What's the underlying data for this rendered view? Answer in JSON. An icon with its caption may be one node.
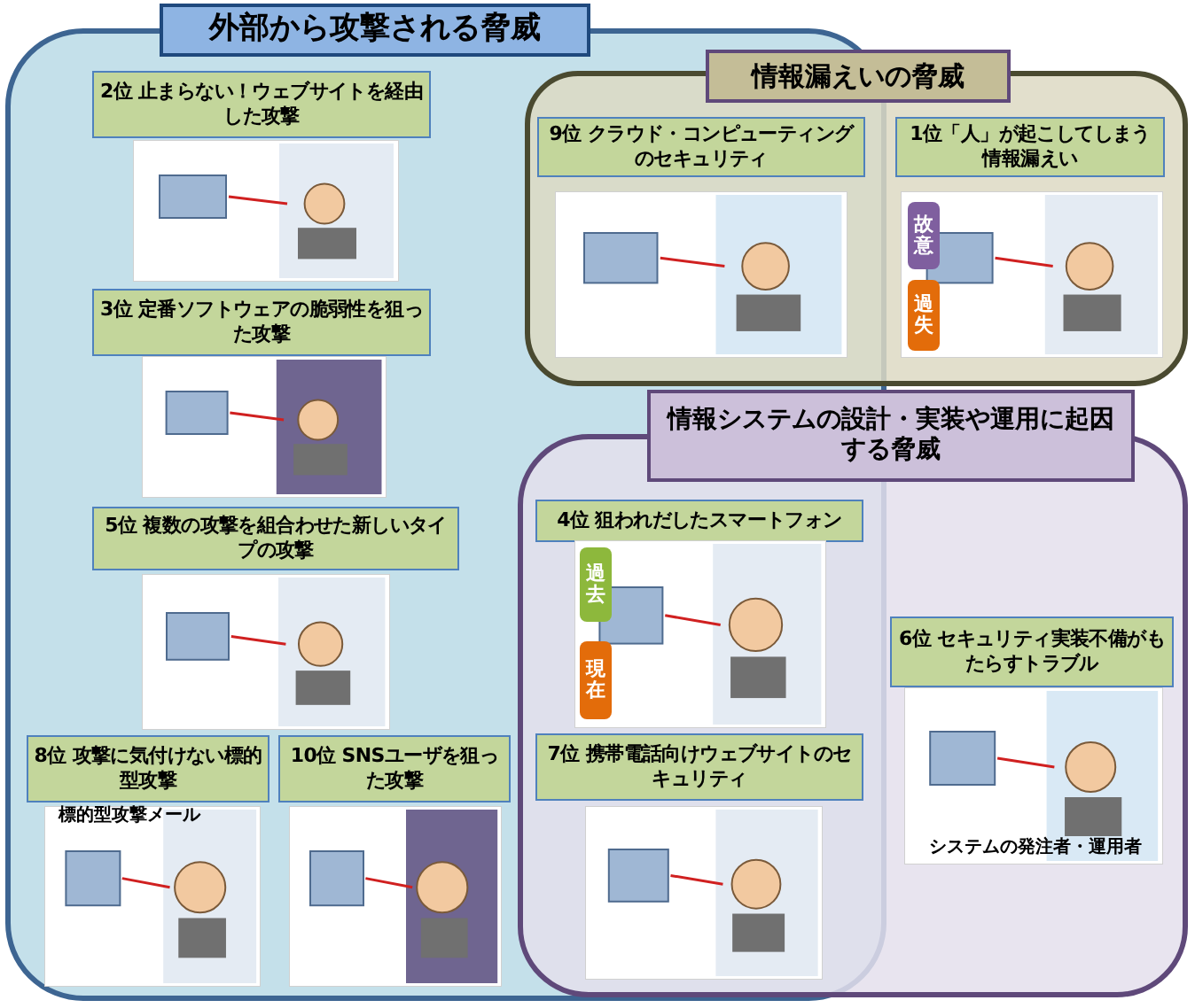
{
  "diagram": {
    "nodes": [
      {
        "text": [
          "外部から攻撃される脅威"
        ]
      },
      {
        "text": [
          "2位 止まらない！ウェブサイトを経由した攻撃"
        ],
        "in": 0
      },
      {
        "text": [
          "3位 定番ソフトウェアの脆弱性を狙った攻撃"
        ],
        "in": 0
      },
      {
        "text": [
          "5位 複数の攻撃を組合わせた新しいタイプの攻撃"
        ],
        "in": 0
      },
      {
        "text": [
          "8位 攻撃に気付けない標的型攻撃"
        ],
        "in": 0,
        "beside": [
          "標的型攻撃メール"
        ]
      },
      {
        "text": [
          "10位 SNSユーザを狙った攻撃"
        ],
        "in": 0
      },
      {
        "text": [
          "情報漏えいの脅威"
        ]
      },
      {
        "text": [
          "9位 クラウド・コンピューティングのセキュリティ"
        ]
      },
      {
        "text": [
          "1位「人」が起こしてしまう情報漏えい"
        ],
        "in": 6
      },
      {
        "text": [
          "情報システムの設計・実装や運用に起因する脅威"
        ]
      },
      {
        "text": [
          "4位 狙われだしたスマートフォン"
        ]
      },
      {
        "text": [
          "7位 携帯電話向けウェブサイトのセキュリティ"
        ]
      },
      {
        "text": [
          "6位 セキュリティ実装不備がもたらすトラブル"
        ],
        "in": 9
      }
    ],
    "labels": [
      "故意",
      "過失",
      "過去",
      "現在",
      "システムの発注者・運用者"
    ]
  }
}
